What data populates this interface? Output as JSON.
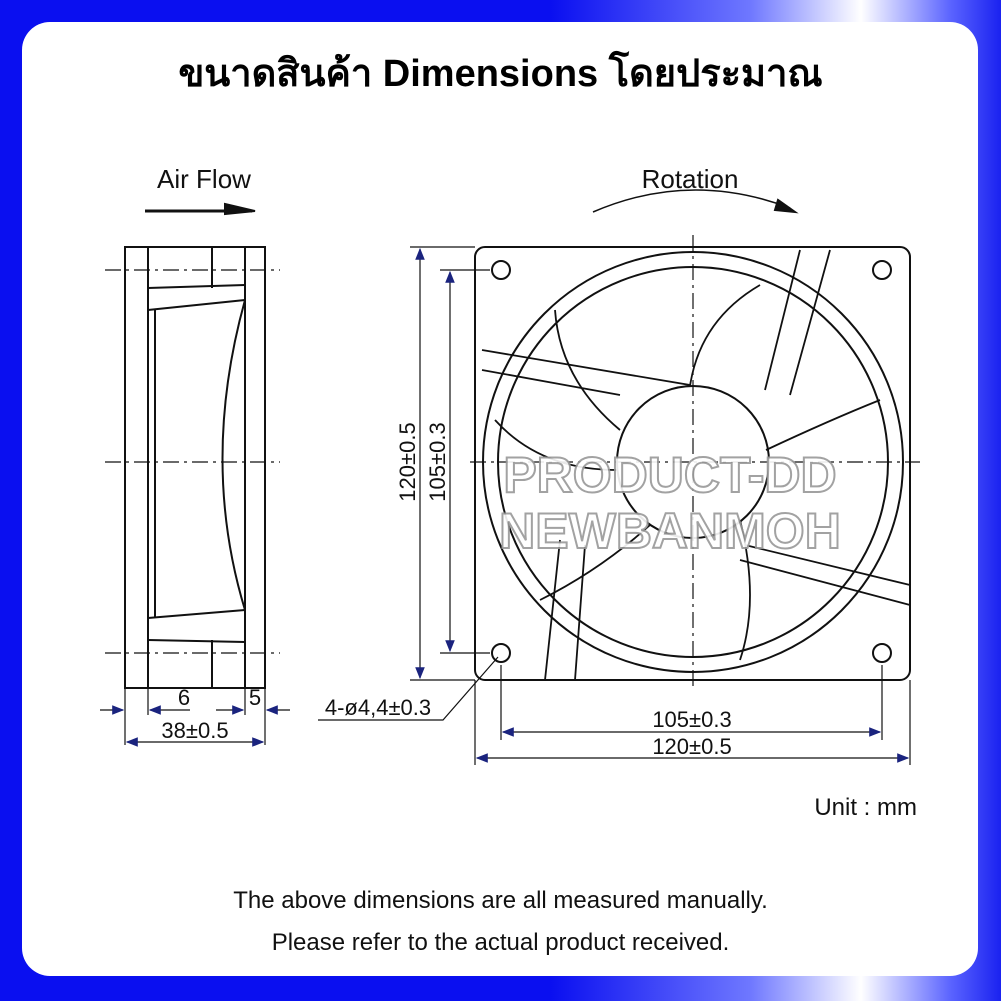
{
  "title": "ขนาดสินค้า Dimensions โดยประมาณ",
  "side_view": {
    "airflow_label": "Air Flow",
    "dim_6": "6",
    "dim_5": "5",
    "depth": "38±0.5"
  },
  "front_view": {
    "rotation_label": "Rotation",
    "height_outer": "120±0.5",
    "height_holes": "105±0.3",
    "hole_spec": "4-ø4,4±0.3",
    "width_holes": "105±0.3",
    "width_outer": "120±0.5"
  },
  "watermark": [
    "PRODUCT-DD",
    "NEWBANMOH"
  ],
  "unit": "Unit : mm",
  "notes": [
    "The above dimensions are all measured manually.",
    "Please refer to the actual product received."
  ],
  "colors": {
    "frame": "#0a0ff0",
    "line": "#111111",
    "dim_arrow": "#1a237e"
  }
}
